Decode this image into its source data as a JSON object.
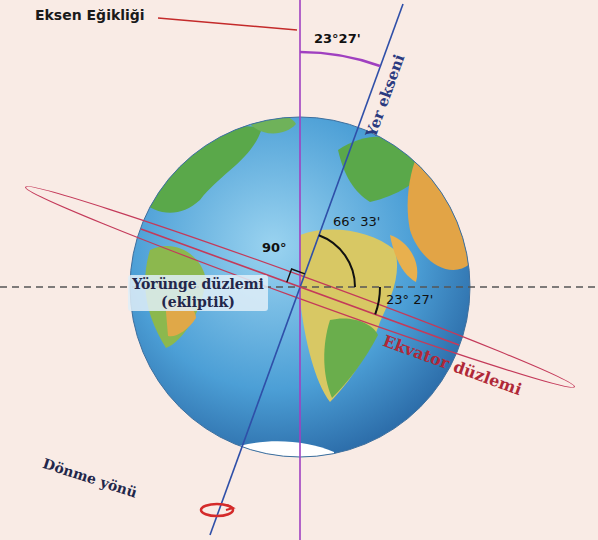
{
  "diagram": {
    "labels": [
      "Eksen Eğikliği",
      "23°27'",
      "Yer ekseni",
      "90°",
      "66° 33'",
      "Yörünge düzlemi (ekliptik)",
      "23° 27'",
      "Ekvator düzlemi",
      "Dönme yönü"
    ]
  }
}
